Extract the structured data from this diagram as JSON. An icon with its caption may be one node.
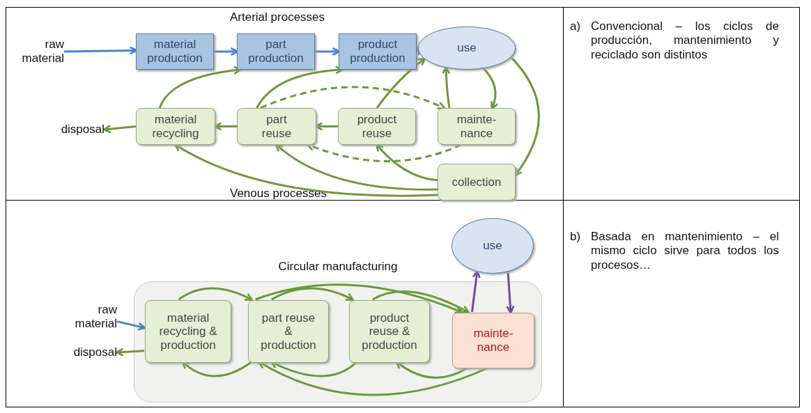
{
  "diagram": {
    "nodes": [
      {
        "text": [
          "raw material"
        ]
      },
      {
        "text": [
          "material production"
        ]
      },
      {
        "text": [
          "part production"
        ]
      },
      {
        "text": [
          "product production"
        ]
      },
      {
        "text": [
          "use"
        ]
      },
      {
        "text": [
          "disposal"
        ]
      },
      {
        "text": [
          "material recycling"
        ]
      },
      {
        "text": [
          "part reuse"
        ]
      },
      {
        "text": [
          "product reuse"
        ]
      },
      {
        "text": [
          "mainte- nance"
        ]
      },
      {
        "text": [
          "collection"
        ]
      },
      {
        "text": [
          "use"
        ]
      },
      {
        "text": [
          "Circular manufacturing"
        ]
      },
      {
        "text": [
          "raw material"
        ]
      },
      {
        "text": [
          "disposal"
        ]
      },
      {
        "text": [
          "material recycling & production"
        ],
        "in": 12
      },
      {
        "text": [
          "part reuse & production"
        ],
        "in": 12
      },
      {
        "text": [
          "product reuse & production"
        ],
        "in": 12
      },
      {
        "text": [
          "mainte- nance"
        ],
        "in": 12
      }
    ],
    "edges": [
      {
        "from": 0,
        "to": 1,
        "arrow": "to",
        "color": "#4a86c5"
      },
      {
        "from": 1,
        "to": 2,
        "arrow": "to",
        "color": "#4a86c5"
      },
      {
        "from": 2,
        "to": 3,
        "arrow": "to",
        "color": "#4a86c5"
      },
      {
        "from": 3,
        "to": 4,
        "arrow": "to",
        "color": "#4a86c5"
      },
      {
        "from": 6,
        "to": 2,
        "arrow": "to"
      },
      {
        "from": 7,
        "to": 3,
        "arrow": "to"
      },
      {
        "from": 8,
        "to": 4,
        "arrow": "to"
      },
      {
        "from": 9,
        "to": 4,
        "arrow": "to"
      },
      {
        "from": 4,
        "to": 9,
        "arrow": "to"
      },
      {
        "from": 4,
        "to": 10,
        "arrow": "to"
      },
      {
        "from": 6,
        "to": 5,
        "arrow": "to"
      },
      {
        "from": 7,
        "to": 6,
        "arrow": "to"
      },
      {
        "from": 8,
        "to": 7,
        "arrow": "to"
      },
      {
        "from": 7,
        "to": 9,
        "arrow": "to",
        "style": "dashed"
      },
      {
        "from": 9,
        "to": 7,
        "arrow": "to",
        "style": "dashed"
      },
      {
        "from": 10,
        "to": 6,
        "arrow": "to"
      },
      {
        "from": 10,
        "to": 7,
        "arrow": "to"
      },
      {
        "from": 10,
        "to": 8,
        "arrow": "to"
      },
      {
        "from": 13,
        "to": 15,
        "arrow": "to",
        "color": "#4a86c5"
      },
      {
        "from": 15,
        "to": 14,
        "arrow": "to"
      },
      {
        "from": 15,
        "to": 16,
        "arrow": "to"
      },
      {
        "from": 16,
        "to": 15,
        "arrow": "to"
      },
      {
        "from": 16,
        "to": 17,
        "arrow": "to"
      },
      {
        "from": 16,
        "to": 18,
        "arrow": "to"
      },
      {
        "from": 17,
        "to": 18,
        "arrow": "to"
      },
      {
        "from": 17,
        "to": 16,
        "arrow": "to"
      },
      {
        "from": 18,
        "to": 17,
        "arrow": "to"
      },
      {
        "from": 18,
        "to": 16,
        "arrow": "to"
      },
      {
        "from": 18,
        "to": 11,
        "arrow": "to",
        "color": "#6b4a9a"
      },
      {
        "from": 11,
        "to": 18,
        "arrow": "to",
        "color": "#6b4a9a"
      }
    ],
    "labels": [
      "Arterial processes",
      "Venous processes",
      "a)",
      "Convencional – los ciclos de producción, mantenimiento y reciclado son distintos",
      "b)",
      "Basada en mantenimiento – el mismo ciclo sirve para todos los procesos…"
    ]
  }
}
